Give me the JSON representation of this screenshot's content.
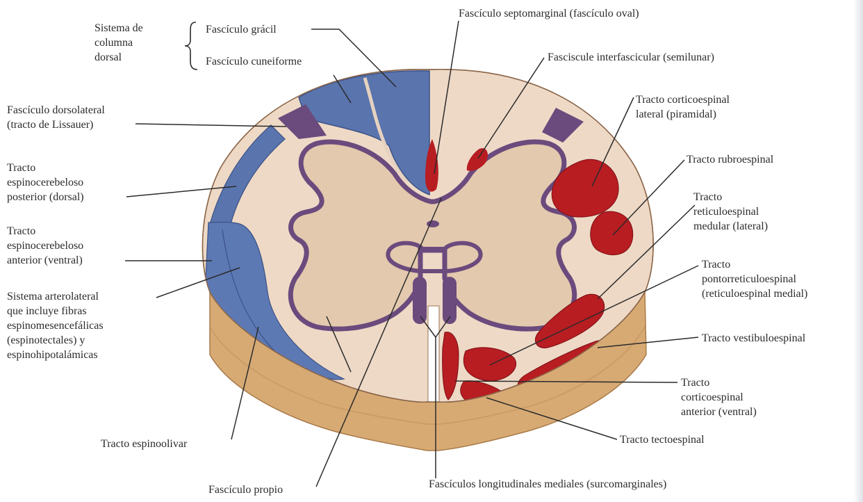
{
  "colors": {
    "background": "#ffffff",
    "white_matter": "#eed9c6",
    "gray_matter": "#e3c9ad",
    "gray_matter_border": "#6b4a7d",
    "dorsal_column": "#5a74ad",
    "lateral_tracts_blue": "#5d79b4",
    "descending_tracts_red": "#b81d22",
    "side_surface": "#d7aa74"
  },
  "icons": [
    "spinal-cord-cross-section"
  ],
  "labels": {
    "sistema_columna_dorsal": "Sistema de\ncolumna\ndorsal",
    "fasciculo_gracil": "Fascículo grácil",
    "fasciculo_cuneiforme": "Fascículo cuneiforme",
    "fasciculo_septomarginal": "Fascículo septomarginal (fascículo oval)",
    "fasciculo_interfascicular": "Fasciscule interfascicular (semilunar)",
    "tracto_corticoespinal_lateral": "Tracto corticoespinal\nlateral (piramidal)",
    "tracto_rubroespinal": "Tracto rubroespinal",
    "tracto_reticuloespinal_medular": "Tracto\nreticuloespinal\nmedular (lateral)",
    "tracto_pontorreticuloespinal": "Tracto\npontorreticuloespinal\n(reticuloespinal medial)",
    "tracto_vestibuloespinal": "Tracto vestibuloespinal",
    "tracto_corticoespinal_anterior": "Tracto\ncorticoespinal\nanterior (ventral)",
    "tracto_tectoespinal": "Tracto tectoespinal",
    "fasciculos_longitudinales": "Fascículos longitudinales mediales (surcomarginales)",
    "fasciculo_propio": "Fascículo propio",
    "tracto_espinoolivar": "Tracto espinoolivar",
    "sistema_anterolateral": "Sistema arterolateral\nque incluye fibras\nespinomesencefálicas\n(espinotectales) y\nespinohipotalámicas",
    "tracto_espinocerebeloso_anterior": "Tracto\nespinocerebeloso\nanterior (ventral)",
    "tracto_espinocerebeloso_posterior": "Tracto\nespinocerebeloso\nposterior (dorsal)",
    "fasciculo_dorsolateral": "Fascículo dorsolateral\n(tracto de Lissauer)"
  }
}
